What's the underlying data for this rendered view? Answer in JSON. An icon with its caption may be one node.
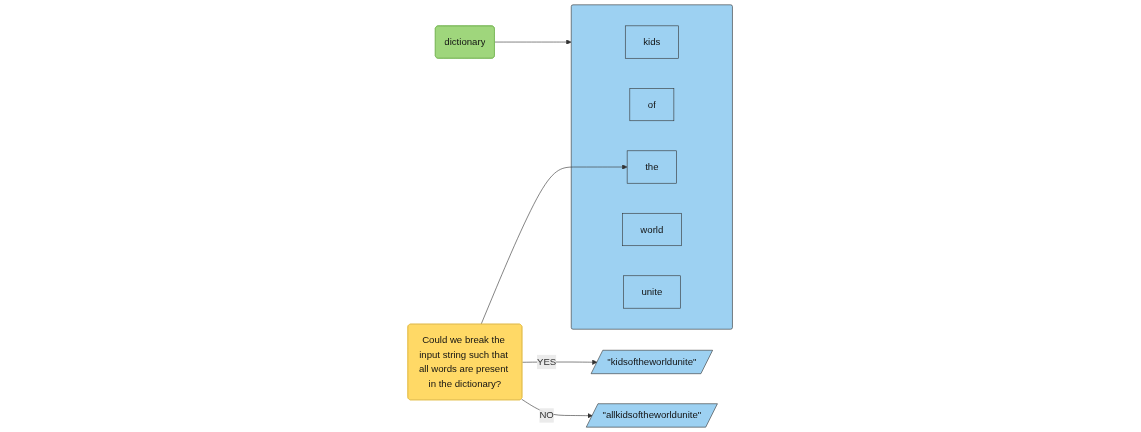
{
  "diagram": {
    "nodes": [
      {
        "text": [
          "dictionary"
        ]
      },
      {
        "text": [],
        "shape": "box"
      },
      {
        "text": [
          "kids"
        ],
        "in": 1
      },
      {
        "text": [
          "of"
        ],
        "in": 1
      },
      {
        "text": [
          "the"
        ],
        "in": 1
      },
      {
        "text": [
          "world"
        ],
        "in": 1
      },
      {
        "text": [
          "unite"
        ],
        "in": 1
      },
      {
        "text": [
          "\"kidsoftheworldunite\""
        ]
      },
      {
        "text": [
          "Could we break the input string such that all words are present in the dictionary?"
        ]
      },
      {
        "text": [
          "\"allkidsoftheworldunite\""
        ]
      }
    ],
    "edges": [
      {
        "from": 0,
        "to": 1,
        "arrow": "to"
      },
      {
        "from": 8,
        "to": 4,
        "arrow": "to"
      },
      {
        "from": 8,
        "to": 7,
        "label": "YES",
        "arrow": "to"
      },
      {
        "from": 8,
        "to": 9,
        "label": "NO",
        "arrow": "to"
      }
    ]
  }
}
